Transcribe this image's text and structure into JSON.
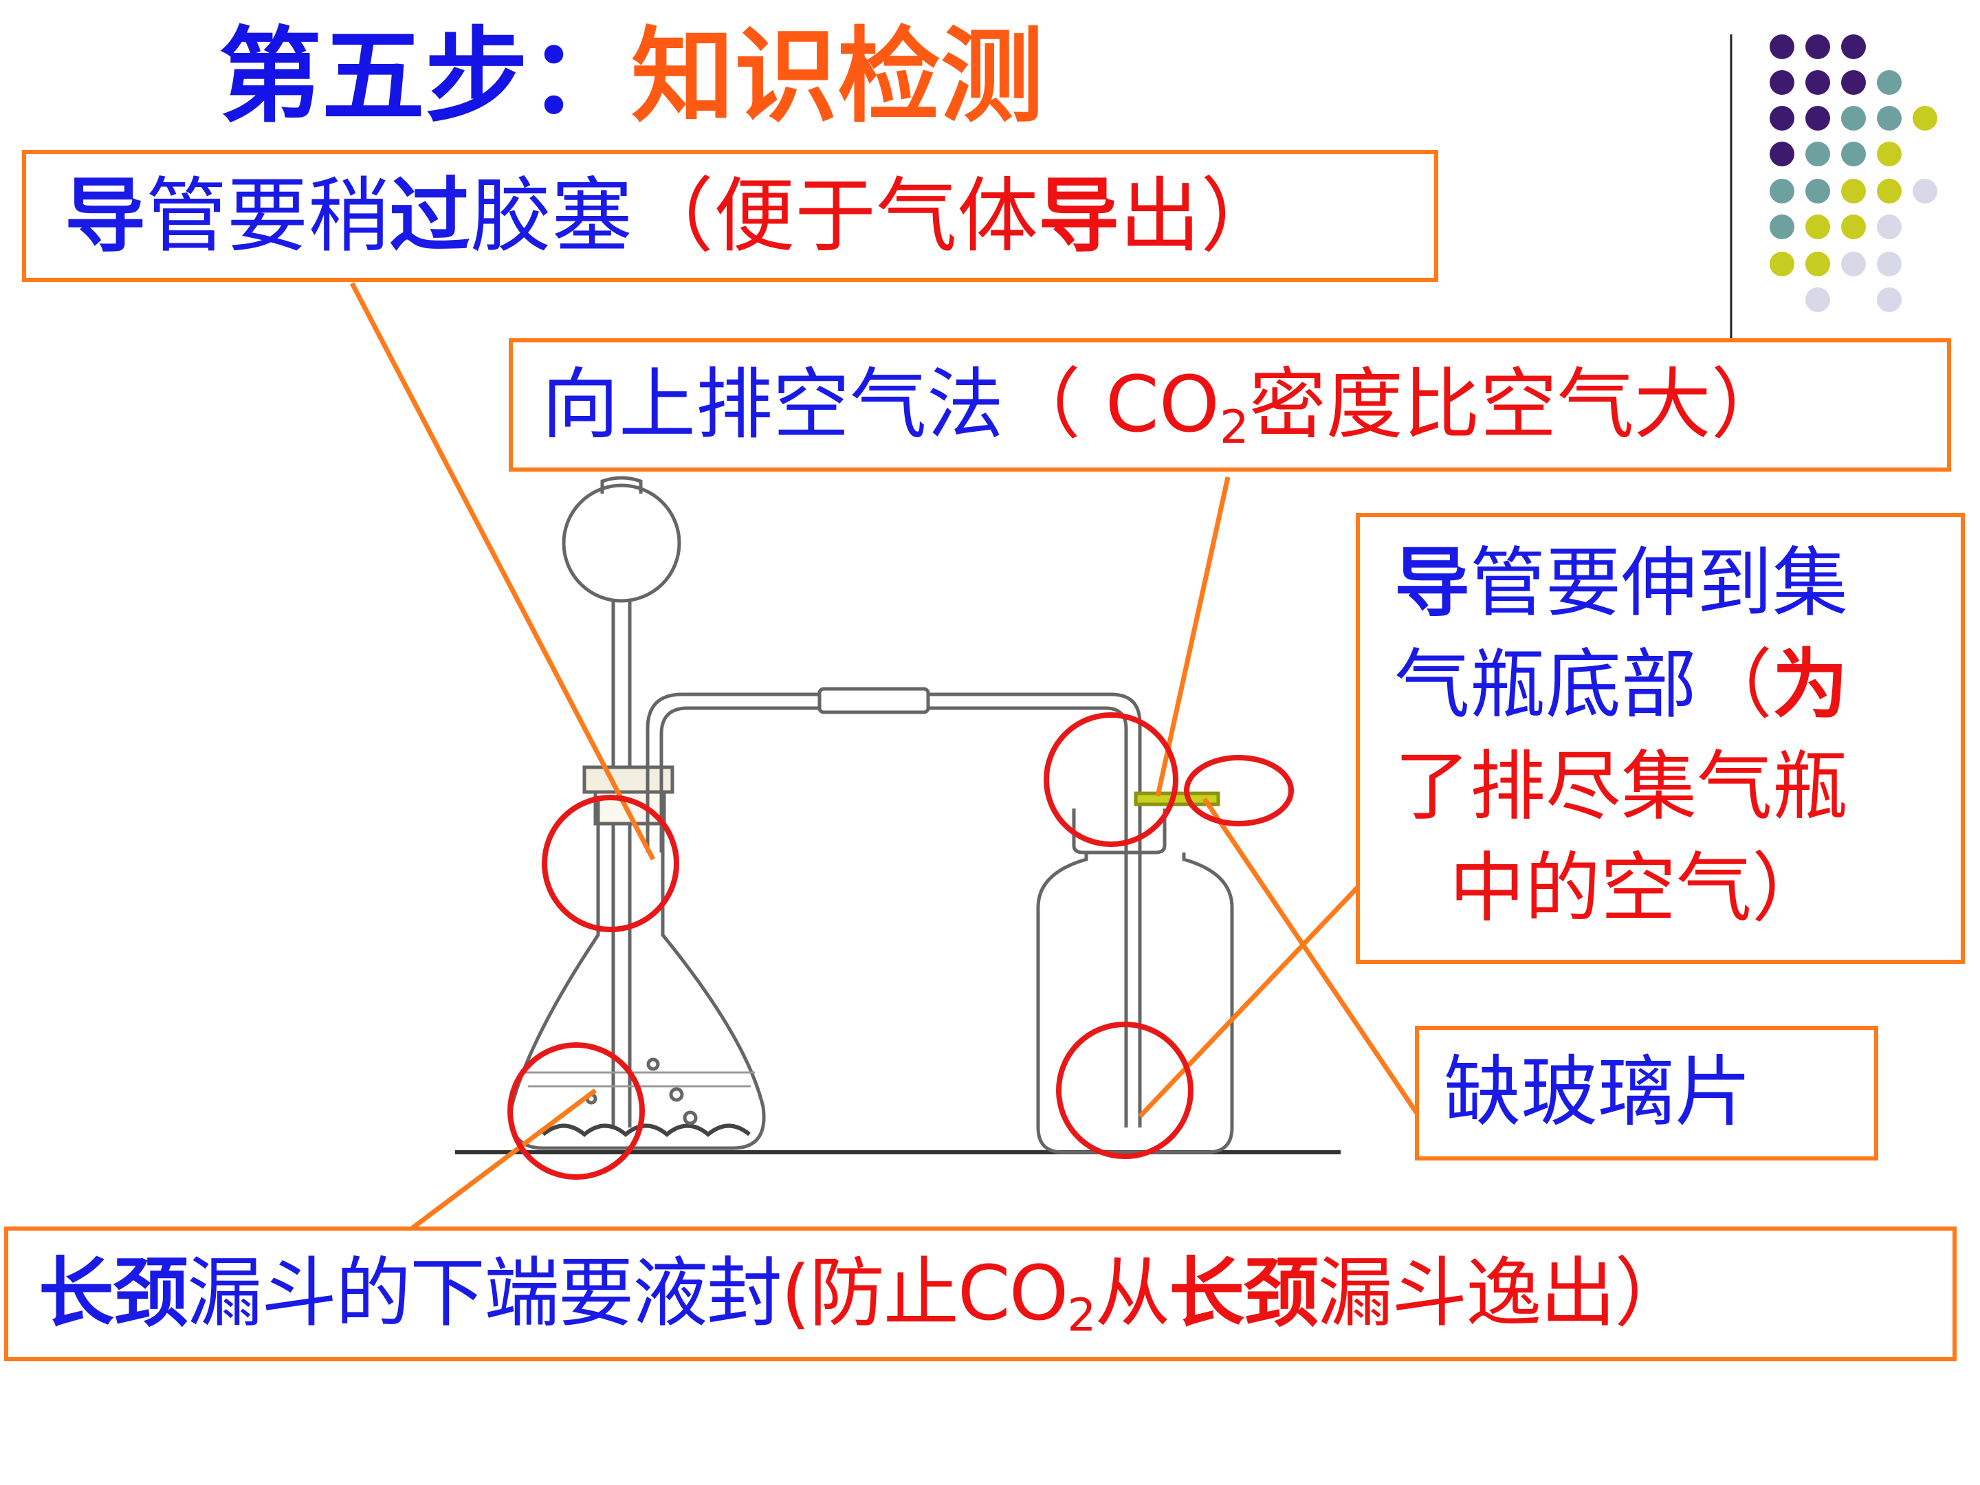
{
  "title": {
    "prefix": "第五步：",
    "main": "知识检测"
  },
  "label_tube_stopper": {
    "w1": "导",
    "w2": "管要稍",
    "w3": "过",
    "w4": "胶塞",
    "r1": "（便于气体",
    "r2": "导",
    "r3": "出）"
  },
  "label_collection": {
    "b1": "向上排空气法",
    "r1": "（ CO",
    "r_sub": "2",
    "r2": "密度比空气大）"
  },
  "label_tube_bottom": {
    "w1": "导",
    "w2": "管要伸到集",
    "line2": "气瓶底部",
    "r_paren": "（",
    "r_bold": "为",
    "line3": "了排尽集气瓶",
    "line4": "中的空气）"
  },
  "label_glass_plate": {
    "text": "缺玻璃片"
  },
  "label_funnel_seal": {
    "b1": "长颈",
    "b2": "漏斗的下端要液封",
    "r1": "(防止CO",
    "r_sub": "2",
    "r2": "从",
    "r3": "长颈",
    "r4": "漏斗逸出）"
  },
  "colors": {
    "title_blue": "#1414e6",
    "title_orange": "#ff5a14",
    "text_blue": "#1a1ae6",
    "text_red": "#ee1111",
    "box_border": "#ff7a1a",
    "circle_red": "#e81818",
    "dots": [
      "#3e1a6e",
      "#6fa0a0",
      "#c8cc20",
      "#d8d8e8"
    ]
  }
}
